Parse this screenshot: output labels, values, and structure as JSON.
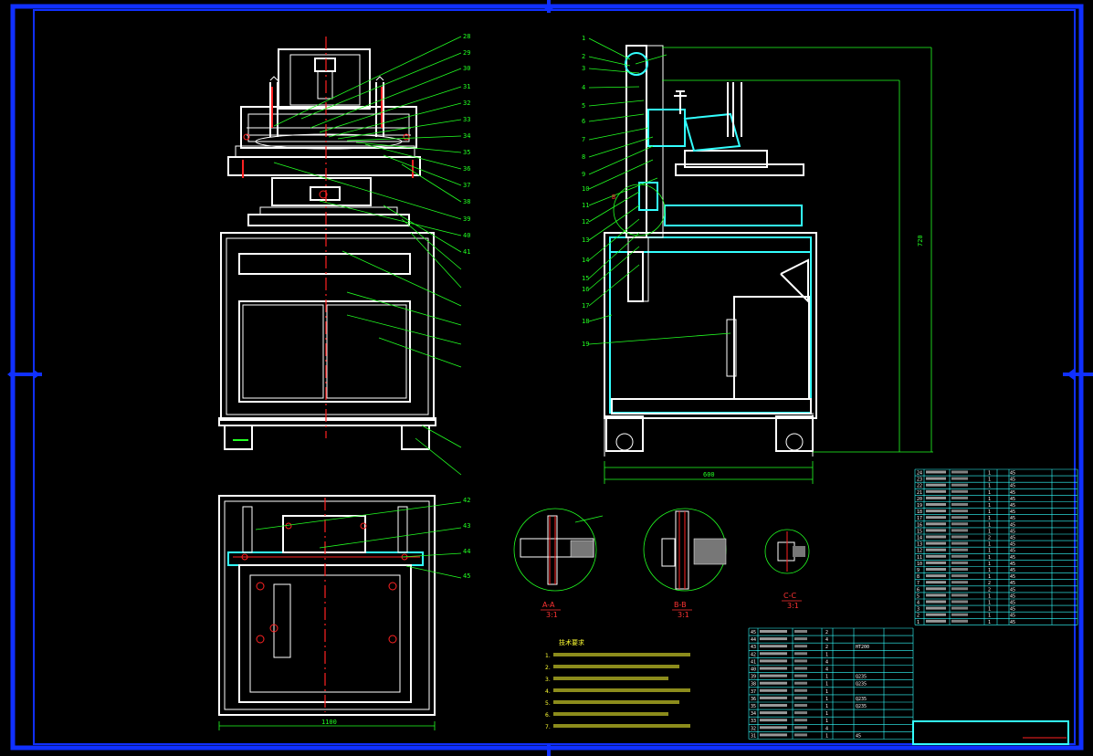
{
  "sections": [
    {
      "label": "A-A",
      "scale": "3:1"
    },
    {
      "label": "B-B",
      "scale": "3:1"
    },
    {
      "label": "C-C",
      "scale": "3:1"
    }
  ],
  "front_callouts": [
    "28",
    "29",
    "30",
    "31",
    "32",
    "33",
    "34",
    "35",
    "36",
    "37",
    "38",
    "39",
    "40",
    "41"
  ],
  "side_callouts": [
    "1",
    "2",
    "3",
    "4",
    "5",
    "6",
    "7",
    "8",
    "9",
    "10",
    "11",
    "12",
    "13",
    "14",
    "15",
    "16",
    "17",
    "18",
    "19"
  ],
  "plan_callouts": [
    "42",
    "43",
    "44",
    "45"
  ],
  "section_letter": "B",
  "dimensions": {
    "overall_width": "1100",
    "depth": "720",
    "base": "600"
  },
  "notes_title": "技术要求",
  "notes": [
    "1.",
    "2.",
    "3.",
    "4.",
    "5.",
    "6.",
    "7."
  ],
  "parts_right": {
    "numbers": [
      "24",
      "23",
      "22",
      "21",
      "20",
      "19",
      "18",
      "17",
      "16",
      "15",
      "14",
      "13",
      "12",
      "11",
      "10",
      "9",
      "8",
      "7",
      "6",
      "5",
      "4",
      "3",
      "2",
      "1"
    ],
    "qty": [
      "1",
      "1",
      "1",
      "1",
      "1",
      "1",
      "1",
      "1",
      "1",
      "1",
      "2",
      "1",
      "1",
      "1",
      "1",
      "1",
      "1",
      "2",
      "2",
      "1",
      "1",
      "1",
      "1",
      "1"
    ],
    "material": [
      "45",
      "45",
      "45",
      "45",
      "45",
      "45",
      "45",
      "45",
      "45",
      "45",
      "45",
      "45",
      "45",
      "45",
      "45",
      "45",
      "45",
      "45",
      "45",
      "45",
      "45",
      "45",
      "45",
      "45"
    ]
  },
  "parts_bottom": {
    "numbers": [
      "45",
      "44",
      "43",
      "42",
      "41",
      "40",
      "39",
      "38",
      "37",
      "36",
      "35",
      "34",
      "33",
      "32",
      "31"
    ],
    "qty": [
      "2",
      "4",
      "2",
      "1",
      "4",
      "4",
      "1",
      "1",
      "1",
      "1",
      "1",
      "1",
      "1",
      "4",
      "1"
    ],
    "material": [
      "",
      "",
      "HT200",
      "",
      "",
      "",
      "Q235",
      "Q235",
      "",
      "Q235",
      "Q235",
      "",
      "",
      "",
      "45"
    ]
  }
}
